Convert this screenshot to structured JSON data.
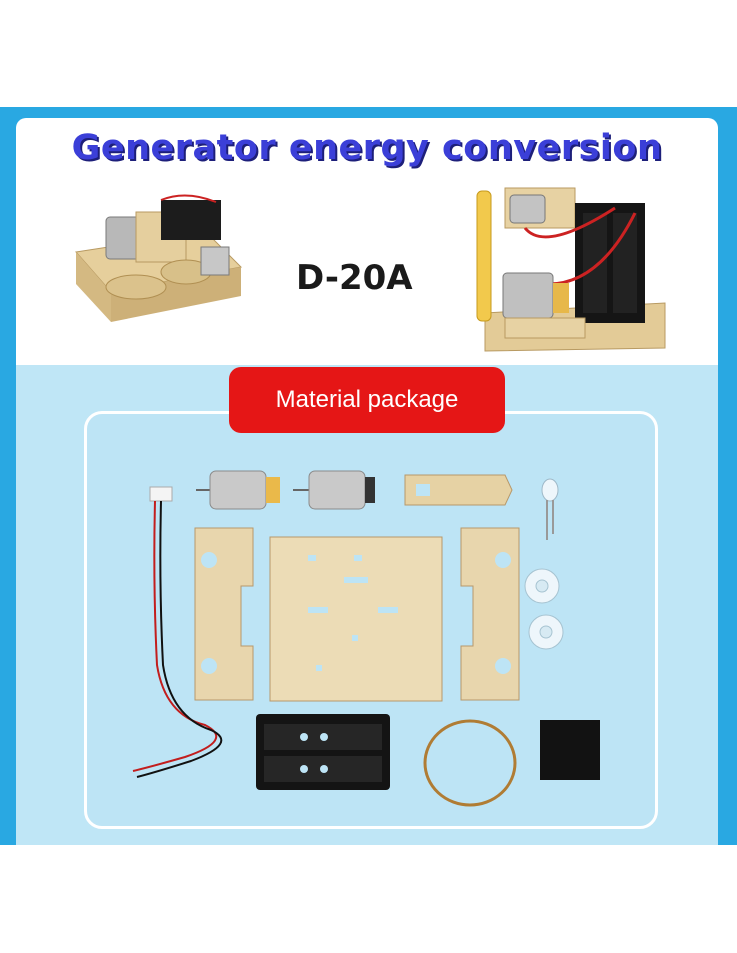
{
  "header": {
    "title": "Generator energy conversion",
    "model": "D-20A"
  },
  "badge": {
    "label": "Material package"
  },
  "colors": {
    "frame": "#29a8e2",
    "badge": "#e51616",
    "title": "#3b3fd8",
    "wood": "#e8d6ad"
  },
  "icons": [
    "assembled-kit-front-image",
    "assembled-kit-side-image",
    "motor-icon",
    "led-icon",
    "battery-holder-icon",
    "rubber-band-icon",
    "foam-pad-icon",
    "wire-icon",
    "gear-wheel-icon"
  ]
}
